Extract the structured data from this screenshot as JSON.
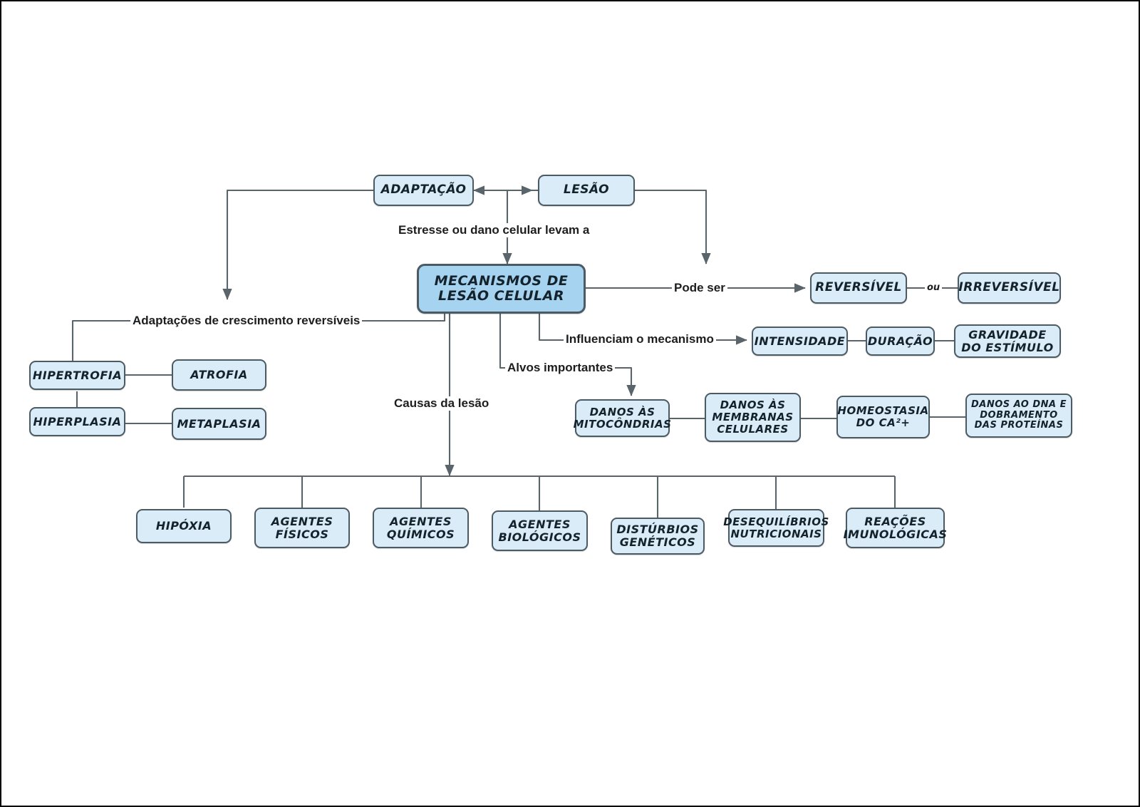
{
  "diagram": {
    "title": "Mecanismos de Lesão Celular",
    "colors": {
      "node_fill": "#d9ecf7",
      "central_fill": "#a6d3ef",
      "node_stroke": "#4c5a63",
      "edge_stroke": "#5a646b",
      "text": "#14222b",
      "label_text": "#1d1d1f",
      "background": "#ffffff"
    },
    "nodes": {
      "adaptacao": "ADAPTAÇÃO",
      "lesao": "LESÃO",
      "central": "MECANISMOS DE LESÃO CELULAR",
      "reversivel": "REVERSÍVEL",
      "irreversivel": "IRREVERSÍVEL",
      "intensidade": "INTENSIDADE",
      "duracao": "DURAÇÃO",
      "gravidade": "GRAVIDADE DO ESTÍMULO",
      "hipertrofia": "HIPERTROFIA",
      "atrofia": "ATROFIA",
      "hiperplasia": "HIPERPLASIA",
      "metaplasia": "METAPLASIA",
      "danos_mitocondrias": "DANOS ÀS MITOCÔNDRIAS",
      "danos_membranas": "DANOS ÀS MEMBRANAS CELULARES",
      "homeostasia_ca": "HOMEOSTASIA DO CA²+",
      "danos_dna": "DANOS AO DNA E DOBRAMENTO DAS PROTEÍNAS",
      "hipoxia": "HIPÓXIA",
      "agentes_fisicos": "AGENTES FÍSICOS",
      "agentes_quimicos": "AGENTES QUÍMICOS",
      "agentes_biologicos": "AGENTES BIOLÓGICOS",
      "disturbios_geneticos": "DISTÚRBIOS GENÉTICOS",
      "desequilibrios_nutricionais": "DESEQUILÍBRIOS NUTRICIONAIS",
      "reacoes_imunologicas": "REAÇÕES IMUNOLÓGICAS"
    },
    "edge_labels": {
      "estresse": "Estresse ou dano celular levam a",
      "adaptacoes": "Adaptações de crescimento reversíveis",
      "pode_ser": "Pode ser",
      "ou": "ou",
      "influenciam": "Influenciam o mecanismo",
      "alvos": "Alvos importantes",
      "causas": "Causas da lesão"
    }
  }
}
